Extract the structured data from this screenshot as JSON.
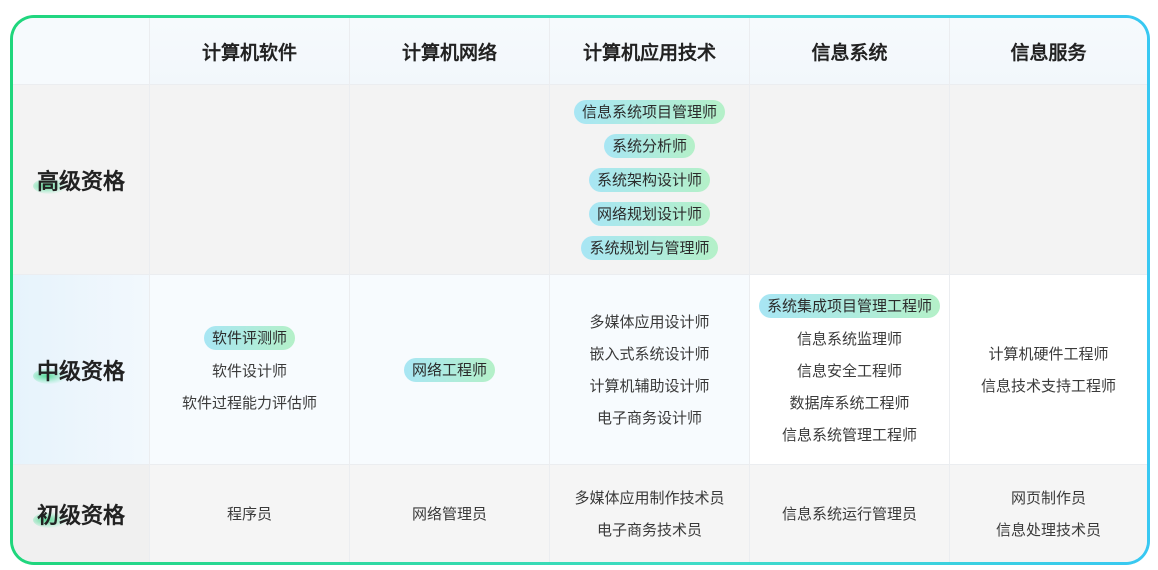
{
  "columns": [
    "计算机软件",
    "计算机网络",
    "计算机应用技术",
    "信息系统",
    "信息服务"
  ],
  "rows": [
    {
      "label": "高级资格",
      "cells": [
        [],
        [],
        [
          {
            "text": "信息系统项目管理师",
            "highlight": true
          },
          {
            "text": "系统分析师",
            "highlight": true
          },
          {
            "text": "系统架构设计师",
            "highlight": true
          },
          {
            "text": "网络规划设计师",
            "highlight": true
          },
          {
            "text": "系统规划与管理师",
            "highlight": true
          }
        ],
        [],
        []
      ]
    },
    {
      "label": "中级资格",
      "cells": [
        [
          {
            "text": "软件评测师",
            "highlight": true
          },
          {
            "text": "软件设计师",
            "highlight": false
          },
          {
            "text": "软件过程能力评估师",
            "highlight": false
          }
        ],
        [
          {
            "text": "网络工程师",
            "highlight": true
          }
        ],
        [
          {
            "text": "多媒体应用设计师",
            "highlight": false
          },
          {
            "text": "嵌入式系统设计师",
            "highlight": false
          },
          {
            "text": "计算机辅助设计师",
            "highlight": false
          },
          {
            "text": "电子商务设计师",
            "highlight": false
          }
        ],
        [
          {
            "text": "系统集成项目管理工程师",
            "highlight": true
          },
          {
            "text": "信息系统监理师",
            "highlight": false
          },
          {
            "text": "信息安全工程师",
            "highlight": false
          },
          {
            "text": "数据库系统工程师",
            "highlight": false
          },
          {
            "text": "信息系统管理工程师",
            "highlight": false
          }
        ],
        [
          {
            "text": "计算机硬件工程师",
            "highlight": false
          },
          {
            "text": "信息技术支持工程师",
            "highlight": false
          }
        ]
      ]
    },
    {
      "label": "初级资格",
      "cells": [
        [
          {
            "text": "程序员",
            "highlight": false
          }
        ],
        [
          {
            "text": "网络管理员",
            "highlight": false
          }
        ],
        [
          {
            "text": "多媒体应用制作技术员",
            "highlight": false
          },
          {
            "text": "电子商务技术员",
            "highlight": false
          }
        ],
        [
          {
            "text": "信息系统运行管理员",
            "highlight": false
          }
        ],
        [
          {
            "text": "网页制作员",
            "highlight": false
          },
          {
            "text": "信息处理技术员",
            "highlight": false
          }
        ]
      ]
    }
  ],
  "colors": {
    "border_gradient": [
      "#1fd67c",
      "#38c8f2"
    ],
    "pill_gradient": [
      "#a8e6f4",
      "#b4f0c8"
    ],
    "label_accent": "#28d278"
  }
}
